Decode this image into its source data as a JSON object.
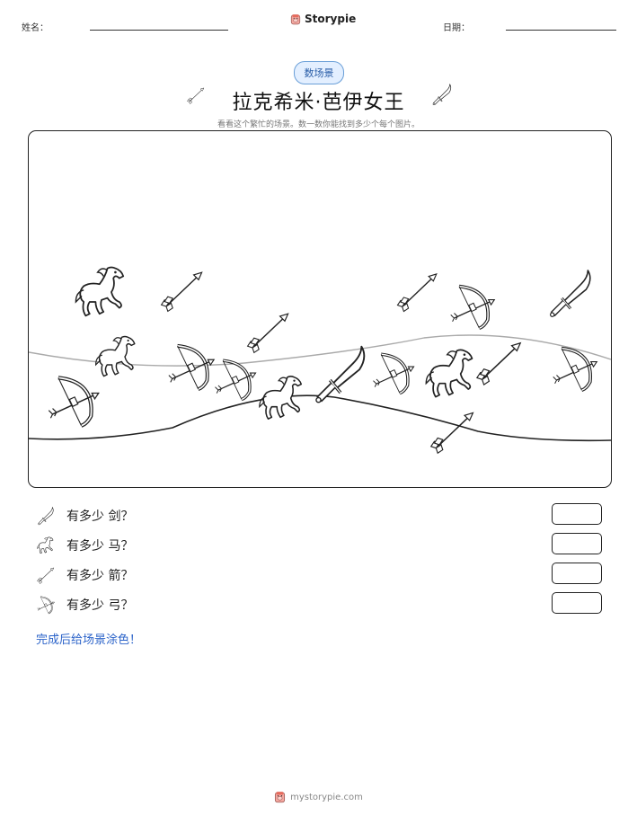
{
  "header": {
    "name_label": "姓名：",
    "brand": "Storypie",
    "date_label": "日期："
  },
  "badge": "数场景",
  "title": "拉克希米·芭伊女王",
  "subtitle": "看看这个繁忙的场景。数一数你能找到多少个每个图片。",
  "questions": [
    {
      "icon": "sword-icon",
      "text": "有多少 剑？"
    },
    {
      "icon": "horse-icon",
      "text": "有多少 马？"
    },
    {
      "icon": "arrow-icon",
      "text": "有多少 箭？"
    },
    {
      "icon": "bow-icon",
      "text": "有多少 弓？"
    }
  ],
  "color_note": "完成后给场景涂色！",
  "footer": "mystorypie.com"
}
